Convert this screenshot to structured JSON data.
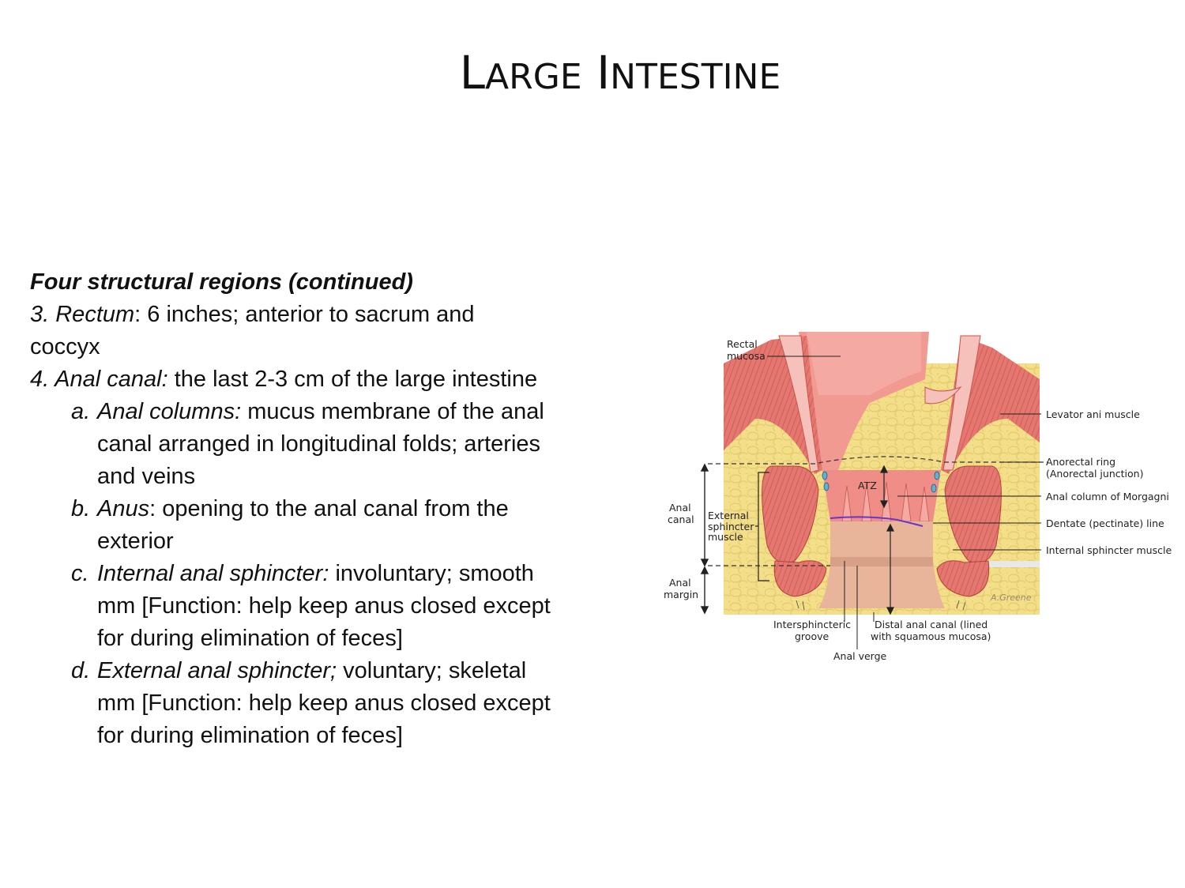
{
  "title": {
    "first_cap": "L",
    "first_rest": "ARGE",
    "second_cap": "I",
    "second_rest": "NTESTINE"
  },
  "content": {
    "heading": "Four structural regions (continued)",
    "rectum": {
      "term": "3. Rectum",
      "text_line1": ": 6 inches; anterior to sacrum and",
      "text_line2": "coccyx"
    },
    "anal_canal": {
      "term": "4. Anal canal:",
      "text": " the last 2-3 cm of the large intestine"
    },
    "items": [
      {
        "marker": "a.",
        "term": "Anal columns:",
        "lines": [
          " mucus membrane of the anal",
          "canal arranged in longitudinal folds; arteries",
          "and veins"
        ]
      },
      {
        "marker": "b.",
        "term": "Anus",
        "lines": [
          ": opening to the anal canal from the",
          "exterior"
        ]
      },
      {
        "marker": "c.",
        "term": "Internal anal sphincter:",
        "lines": [
          " involuntary; smooth",
          "mm [Function: help keep anus closed except",
          "for during elimination of feces]"
        ]
      },
      {
        "marker": "d.",
        "term": "External anal sphincter;",
        "lines": [
          " voluntary; skeletal",
          "mm [Function: help keep anus closed except",
          "for during elimination of feces]"
        ]
      }
    ]
  },
  "diagram": {
    "labels": {
      "rectal_mucosa_1": "Rectal",
      "rectal_mucosa_2": "mucosa",
      "levator": "Levator ani muscle",
      "anorectal_1": "Anorectal ring",
      "anorectal_2": "(Anorectal junction)",
      "morgagni": "Anal column of Morgagni",
      "dentate": "Dentate (pectinate) line",
      "internal_sphincter": "Internal sphincter muscle",
      "atz": "ATZ",
      "anal_canal_1": "Anal",
      "anal_canal_2": "canal",
      "external_1": "External",
      "external_2": "sphincter",
      "external_3": "muscle",
      "anal_margin_1": "Anal",
      "anal_margin_2": "margin",
      "intersphincteric_1": "Intersphincteric",
      "intersphincteric_2": "groove",
      "distal_1": "Distal anal canal (lined",
      "distal_2": "with squamous mucosa)",
      "anal_verge": "Anal verge",
      "signature": "A.Greene"
    }
  }
}
